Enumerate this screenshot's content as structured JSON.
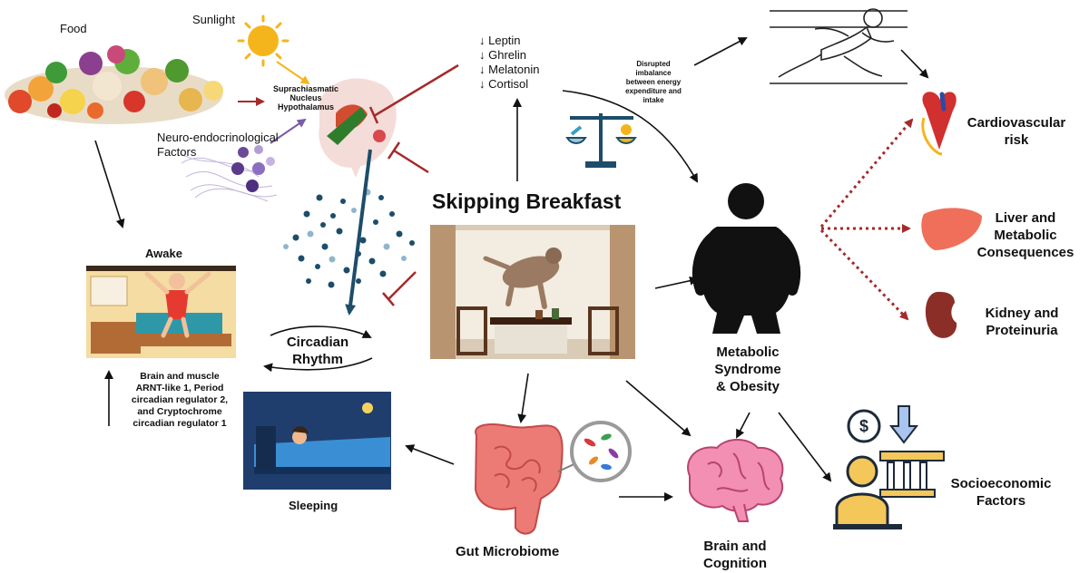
{
  "labels": {
    "food": "Food",
    "sunlight": "Sunlight",
    "scn": [
      "Suprachiasmatic",
      "Nucleus",
      "Hypothalamus"
    ],
    "neuro": [
      "Neuro-endocrinological",
      "Factors"
    ],
    "hormones": [
      "↓ Leptin",
      "↓ Ghrelin",
      "↓ Melatonin",
      "↓ Cortisol"
    ],
    "disrupted": [
      "Disrupted",
      "imbalance",
      "between energy",
      "expenditure and",
      "intake"
    ],
    "title": "Skipping Breakfast",
    "awake": "Awake",
    "circadian": [
      "Circadian",
      "Rhythm"
    ],
    "genes": [
      "Brain and muscle",
      "ARNT-like 1, Period",
      "circadian regulator 2,",
      "and Cryptochrome",
      "circadian regulator 1"
    ],
    "sleeping": "Sleeping",
    "gut": "Gut Microbiome",
    "brain": [
      "Brain and",
      "Cognition"
    ],
    "metabolic": [
      "Metabolic",
      "Syndrome",
      "& Obesity"
    ],
    "cardio": [
      "Cardiovascular",
      "risk"
    ],
    "liver": [
      "Liver and",
      "Metabolic",
      "Consequences"
    ],
    "kidney": [
      "Kidney and",
      "Proteinuria"
    ],
    "socio": [
      "Socioeconomic",
      "Factors"
    ],
    "dollar": "$"
  },
  "colors": {
    "arrow": "#111111",
    "red": "#a52a2a",
    "purple": "#7a5ca8",
    "sun": "#f4b51c",
    "navy": "#1d4d6a"
  }
}
